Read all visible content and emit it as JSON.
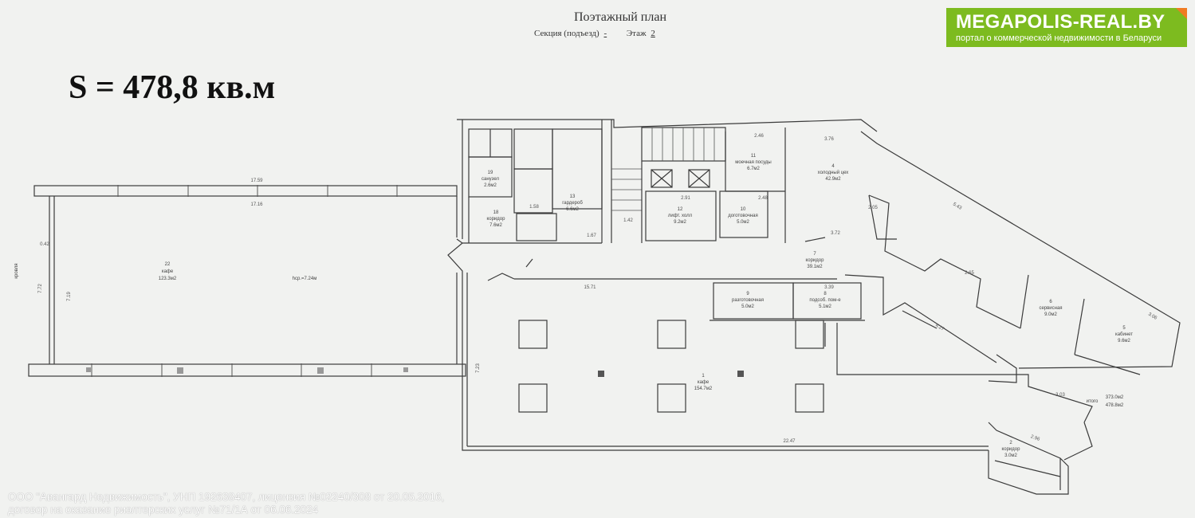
{
  "plan": {
    "title": "Поэтажный план",
    "section_label": "Секция (подъезд)",
    "section_value": "-",
    "floor_label": "Этаж",
    "floor_value": "2",
    "area_text": "S = 478,8 кв.м"
  },
  "logo": {
    "name": "MEGAPOLIS-REAL.BY",
    "tagline": "портал о коммерческой недвижимости в Беларуси"
  },
  "footer": {
    "line1": "ООО \"Авангард Недвижимость\", УНП 192638407, лицензия №02240/308 от 20.05.2016,",
    "line2": "договор на оказание риэлтерских услуг №71/1А от 06.06.2024"
  },
  "rooms": {
    "r22": "22",
    "r22_name": "кафе",
    "r22_area": "123.3м2",
    "r1": "1",
    "r1_name": "кафе",
    "r1_area": "154.7м2",
    "r19": "19",
    "r19_name": "санузел",
    "r19_area": "2.6м2",
    "r18": "18",
    "r18_name": "коридор",
    "r18_area": "7.6м2",
    "r13": "13",
    "r13_name": "гардероб",
    "r13_area": "6.6м2",
    "r12": "12",
    "r12_name": "лифт. холл",
    "r12_area": "9.2м2",
    "r10": "10",
    "r10_name": "доготовочная",
    "r10_area": "5.0м2",
    "r11": "11",
    "r11_name": "моечная посуды",
    "r11_area": "6.7м2",
    "r4": "4",
    "r4_name": "холодный цех",
    "r4_area": "42.9м2",
    "r7": "7",
    "r7_name": "коридор",
    "r7_area": "39.1м2",
    "r9": "9",
    "r9_name": "разготовочная",
    "r9_area": "5.0м2",
    "r8": "8",
    "r8_name": "подсоб. пом-е",
    "r8_area": "5.1м2",
    "r6": "6",
    "r6_name": "сервисная",
    "r6_area": "9.0м2",
    "r5": "5",
    "r5_name": "кабинет",
    "r5_area": "9.6м2",
    "r2": "2",
    "r2_name": "коридор",
    "r2_area": "3.0м2"
  },
  "notes": {
    "roof": "кровля",
    "height": "hср.=7.24м",
    "total_label": "итого",
    "total_a": "373.0м2",
    "total_b": "478.8м2"
  },
  "dims": {
    "d1": "17.59",
    "d2": "17.16",
    "d3": "7.72",
    "d4": "7.19",
    "d5": "0.42",
    "d6": "15.71",
    "d7": "7.23",
    "d8": "22.47",
    "d9": "3.76",
    "d10": "2.46",
    "d11": "3.72",
    "d12": "5.43",
    "d13": "2.65",
    "d14": "2.91",
    "d15": "2.48",
    "d16": "1.58",
    "d17": "1.67",
    "d18": "1.42",
    "d19": "3.39",
    "d20": "3.06",
    "d21": "4.27",
    "d22": "3.03",
    "d23": "2.96",
    "d24": "2.05"
  }
}
